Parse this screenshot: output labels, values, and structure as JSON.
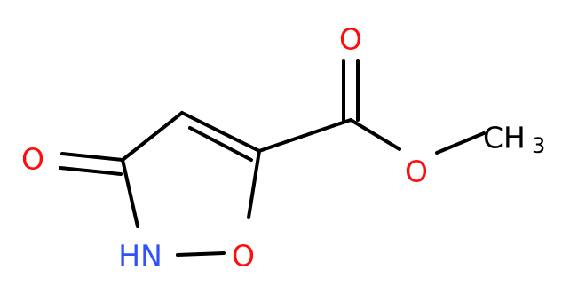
{
  "molecule": {
    "atoms": {
      "ring_oxygen": "O",
      "ketone_oxygen": "O",
      "carbonyl_oxygen": "O",
      "ester_oxygen": "O",
      "ring_nitrogen": "HN",
      "methyl_carbon": "CH",
      "methyl_subscript": "3"
    },
    "colors": {
      "oxygen": "#ff0d0d",
      "nitrogen": "#3050f8",
      "carbon": "#000000",
      "bond": "#000000"
    }
  }
}
